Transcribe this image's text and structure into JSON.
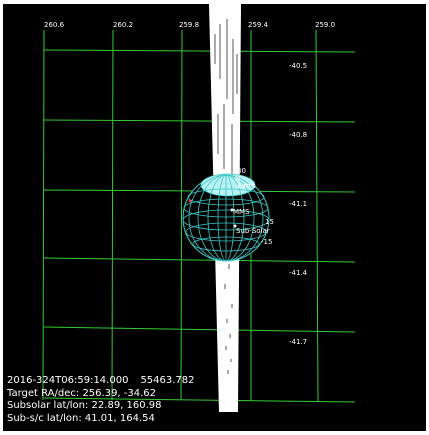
{
  "colors": {
    "background": "#000000",
    "grid": "#35cc35",
    "globe_grid": "#3ec7c7",
    "globe_fill": "#b8f1f1",
    "beam": "#ffffff",
    "text": "#ffffff"
  },
  "grid": {
    "ra_labels": [
      "260.6",
      "260.2",
      "259.8",
      "259.4",
      "259.0"
    ],
    "dec_labels": [
      "-40.5",
      "-40.8",
      "-41.1",
      "-41.4",
      "-41.7"
    ]
  },
  "globe": {
    "labels": {
      "n_pole": "N",
      "earth": "Earth",
      "body": "MMS",
      "sub_solar": "Sub-Solar",
      "lat_plus": "15",
      "lat_minus": "-15",
      "top_tick": "30"
    }
  },
  "info": {
    "time": "2016-324T06:59:14.000",
    "mjd": "55463.782",
    "target_radec_label": "Target RA/dec:",
    "target_radec": "256.39, -34.62",
    "subsolar_label": "Subsolar lat/lon:",
    "subsolar": "22.89, 160.98",
    "subsc_label": "Sub-s/c lat/lon:",
    "subsc": "41.01, 164.54"
  }
}
